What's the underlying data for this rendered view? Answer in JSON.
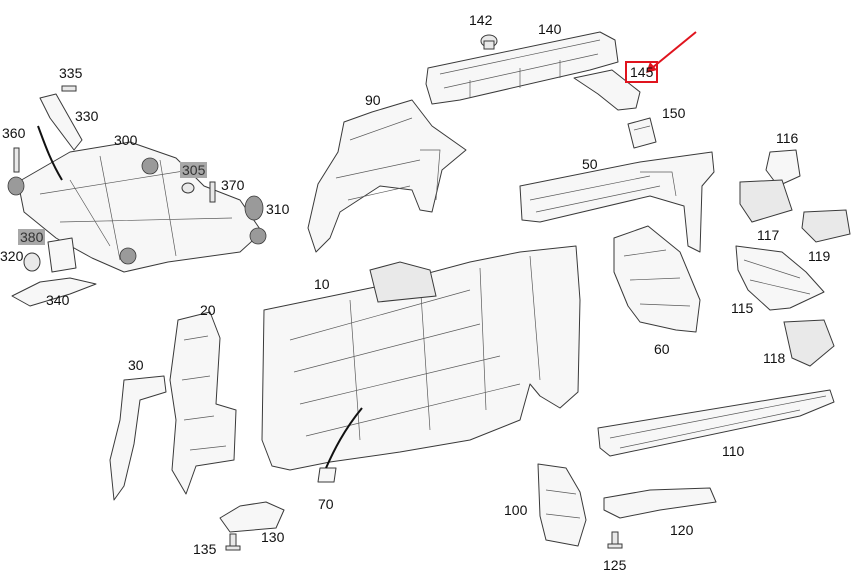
{
  "labels": {
    "p10": "10",
    "p20": "20",
    "p30": "30",
    "p50": "50",
    "p60": "60",
    "p70": "70",
    "p90": "90",
    "p100": "100",
    "p110": "110",
    "p115": "115",
    "p116": "116",
    "p117": "117",
    "p118": "118",
    "p119": "119",
    "p120": "120",
    "p125": "125",
    "p130": "130",
    "p135": "135",
    "p140": "140",
    "p142": "142",
    "p145": "145",
    "p150": "150",
    "p300": "300",
    "p305": "305",
    "p310": "310",
    "p320": "320",
    "p330": "330",
    "p335": "335",
    "p340": "340",
    "p360": "360",
    "p370": "370",
    "p380": "380"
  },
  "colors": {
    "highlight": "#e0141e",
    "shaded_label_bg": "#a8a8a8",
    "line": "#3a3a3a"
  }
}
